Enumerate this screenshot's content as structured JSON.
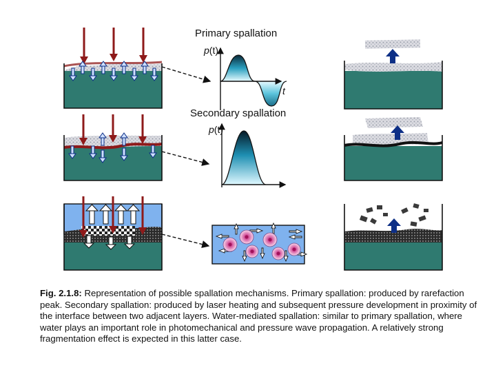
{
  "primary_title": "Primary spallation",
  "secondary_title": "Secondary spallation",
  "pressure_label_var": "p",
  "pressure_label_arg": "(t)",
  "time_label": "t",
  "caption_lead": "Fig. 2.1.8:",
  "caption_text": " Representation of possible spallation mechanisms. Primary spallation: produced by rarefaction peak. Secondary spallation: produced by laser heating and subsequent pressure development in proximity of the interface between two adjacent layers. Water-mediated spallation: similar to primary spallation, where water plays an important role in photomechanical and pressure wave propagation. A relatively strong fragmentation effect is expected in this latter case.",
  "colors": {
    "substrate": "#2f7a70",
    "laser": "#8e1a1a",
    "water": "#7fb2ee",
    "arrow_blue": "#0d2f86",
    "particle": "#c8c8cf"
  },
  "icons": [
    "laser-beam-arrow",
    "pressure-arrow",
    "ejection-arrow"
  ]
}
